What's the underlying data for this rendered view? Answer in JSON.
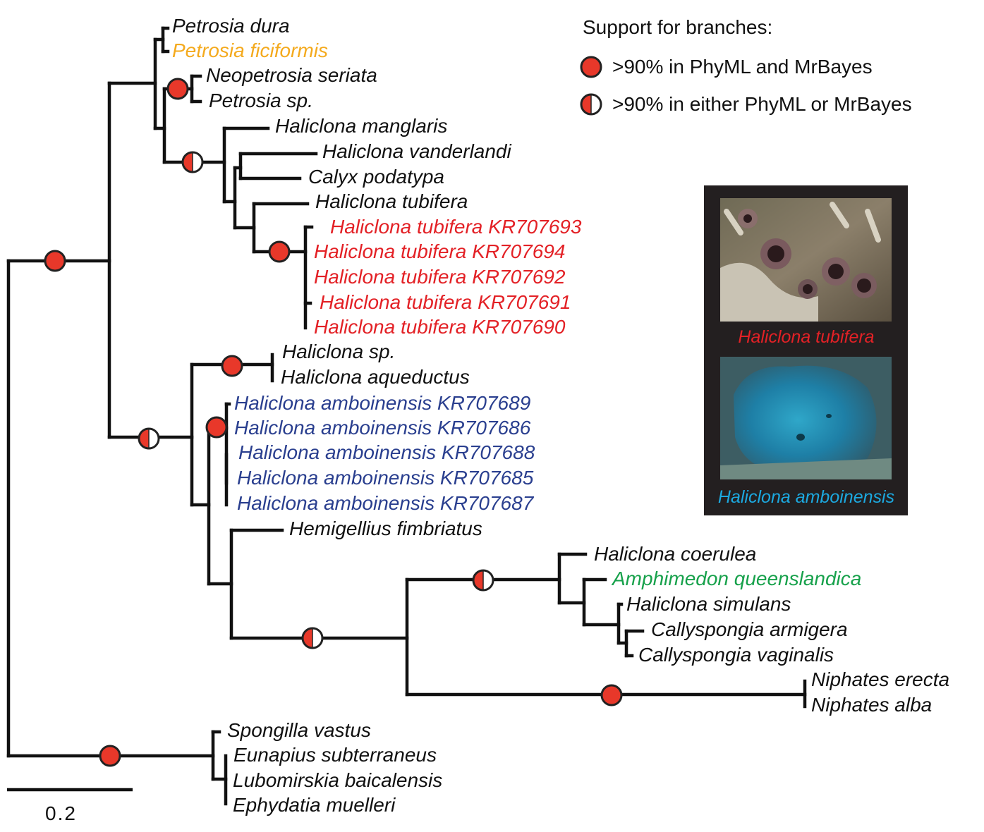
{
  "legend": {
    "title": "Support for branches:",
    "full": ">90% in PhyML and MrBayes",
    "half": ">90% in either PhyML or MrBayes"
  },
  "scale": {
    "label": "0.2"
  },
  "colors": {
    "branch": "#111111",
    "support_fill": "#e8382a",
    "support_stroke": "#222222",
    "default_label": "#111111",
    "petrosia_ficiformis": "#f4aa1e",
    "haliclona_tubifera": "#e32126",
    "haliclona_amboinensis": "#2a3f8f",
    "amphimedon": "#17a14b",
    "inset_bg": "#231f20",
    "caption_tubifera": "#e32126",
    "caption_amboinensis": "#1ca9e0"
  },
  "taxa": [
    {
      "name": "Petrosia dura",
      "color": "default_label"
    },
    {
      "name": "Petrosia ficiformis",
      "color": "petrosia_ficiformis"
    },
    {
      "name": "Neopetrosia seriata",
      "color": "default_label"
    },
    {
      "name": "Petrosia sp.",
      "color": "default_label"
    },
    {
      "name": "Haliclona manglaris",
      "color": "default_label"
    },
    {
      "name": "Haliclona vanderlandi",
      "color": "default_label"
    },
    {
      "name": "Calyx podatypa",
      "color": "default_label"
    },
    {
      "name": "Haliclona tubifera",
      "color": "default_label"
    },
    {
      "name": "Haliclona tubifera KR707693",
      "color": "haliclona_tubifera"
    },
    {
      "name": "Haliclona tubifera KR707694",
      "color": "haliclona_tubifera"
    },
    {
      "name": "Haliclona tubifera KR707692",
      "color": "haliclona_tubifera"
    },
    {
      "name": "Haliclona tubifera KR707691",
      "color": "haliclona_tubifera"
    },
    {
      "name": "Haliclona tubifera KR707690",
      "color": "haliclona_tubifera"
    },
    {
      "name": "Haliclona sp.",
      "color": "default_label"
    },
    {
      "name": "Haliclona aqueductus",
      "color": "default_label"
    },
    {
      "name": "Haliclona amboinensis KR707689",
      "color": "haliclona_amboinensis"
    },
    {
      "name": "Haliclona amboinensis KR707686",
      "color": "haliclona_amboinensis"
    },
    {
      "name": "Haliclona amboinensis KR707688",
      "color": "haliclona_amboinensis"
    },
    {
      "name": "Haliclona amboinensis KR707685",
      "color": "haliclona_amboinensis"
    },
    {
      "name": "Haliclona amboinensis KR707687",
      "color": "haliclona_amboinensis"
    },
    {
      "name": "Hemigellius fimbriatus",
      "color": "default_label"
    },
    {
      "name": "Haliclona coerulea",
      "color": "default_label"
    },
    {
      "name": "Amphimedon queenslandica",
      "color": "amphimedon"
    },
    {
      "name": "Haliclona simulans",
      "color": "default_label"
    },
    {
      "name": "Callyspongia armigera",
      "color": "default_label"
    },
    {
      "name": "Callyspongia vaginalis",
      "color": "default_label"
    },
    {
      "name": "Niphates erecta",
      "color": "default_label"
    },
    {
      "name": "Niphates alba",
      "color": "default_label"
    },
    {
      "name": "Spongilla vastus",
      "color": "default_label"
    },
    {
      "name": "Eunapius subterraneus",
      "color": "default_label"
    },
    {
      "name": "Lubomirskia baicalensis",
      "color": "default_label"
    },
    {
      "name": "Ephydatia muelleri",
      "color": "default_label"
    }
  ],
  "inset": {
    "top_caption": "Haliclona tubifera",
    "bottom_caption": "Haliclona amboinensis"
  }
}
